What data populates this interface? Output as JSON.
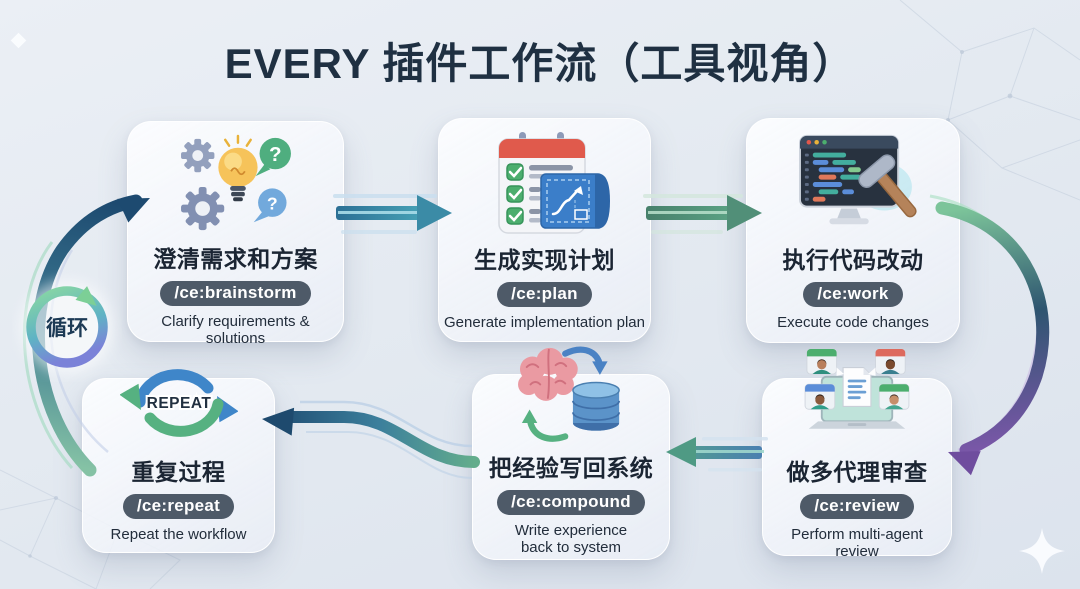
{
  "title": "EVERY 插件工作流（工具视角）",
  "loop_label": "循环",
  "repeat_icon_label": "REPEAT",
  "cards": [
    {
      "title": "澄清需求和方案",
      "command": "/ce:brainstorm",
      "subtitle": "Clarify requirements & solutions",
      "icon": "gears-lightbulb-questions"
    },
    {
      "title": "生成实现计划",
      "command": "/ce:plan",
      "subtitle": "Generate implementation plan",
      "icon": "checklist-blueprint"
    },
    {
      "title": "执行代码改动",
      "command": "/ce:work",
      "subtitle": "Execute code changes",
      "icon": "monitor-code-hammer"
    },
    {
      "title": "做多代理审查",
      "command": "/ce:review",
      "subtitle": "Perform multi-agent review",
      "icon": "multi-agent-review-laptop"
    },
    {
      "title": "把经验写回系统",
      "command": "/ce:compound",
      "subtitle": "Write experience back to system",
      "icon": "brain-database-sync"
    },
    {
      "title": "重复过程",
      "command": "/ce:repeat",
      "subtitle": "Repeat the workflow",
      "icon": "repeat-cycle-arrows"
    }
  ],
  "colors": {
    "background": "#e3e9f1",
    "title_text": "#1f3042",
    "card_background": "rgba(255,255,255,0.80)",
    "badge_background": "#4e5a68",
    "badge_text": "#ffffff",
    "arrow_teal": "#2f7e9e",
    "arrow_green": "#4b8a76",
    "arrow_navy": "#1d4a70",
    "arrow_purple": "#7a4fa8"
  }
}
